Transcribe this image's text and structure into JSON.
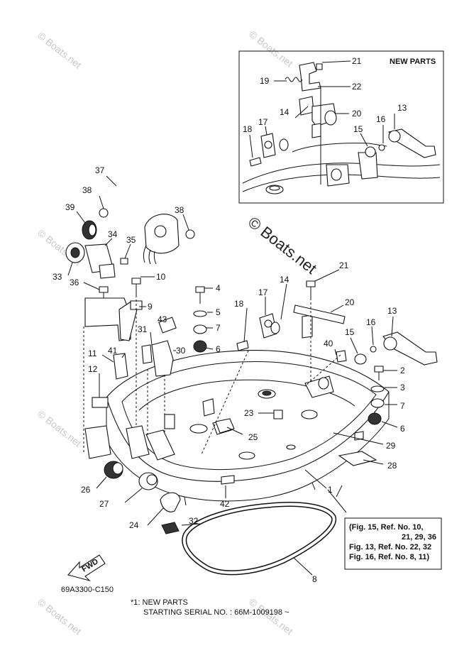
{
  "watermark": "© Boats.net",
  "new_parts_box": {
    "title": "NEW PARTS"
  },
  "callouts": [
    {
      "id": "c21a",
      "text": "21"
    },
    {
      "id": "c19",
      "text": "19"
    },
    {
      "id": "c22",
      "text": "22"
    },
    {
      "id": "c14a",
      "text": "14"
    },
    {
      "id": "c20a",
      "text": "20"
    },
    {
      "id": "c13a",
      "text": "13"
    },
    {
      "id": "c17a",
      "text": "17"
    },
    {
      "id": "c18a",
      "text": "18"
    },
    {
      "id": "c15a",
      "text": "15"
    },
    {
      "id": "c16a",
      "text": "16"
    },
    {
      "id": "c37",
      "text": "37"
    },
    {
      "id": "c38a",
      "text": "38"
    },
    {
      "id": "c39",
      "text": "39"
    },
    {
      "id": "c38b",
      "text": "38"
    },
    {
      "id": "c34",
      "text": "34"
    },
    {
      "id": "c35",
      "text": "35"
    },
    {
      "id": "c33",
      "text": "33"
    },
    {
      "id": "c10",
      "text": "10"
    },
    {
      "id": "c36",
      "text": "36"
    },
    {
      "id": "c4",
      "text": "4"
    },
    {
      "id": "c9",
      "text": "9"
    },
    {
      "id": "c5",
      "text": "5"
    },
    {
      "id": "c43",
      "text": "43"
    },
    {
      "id": "c7a",
      "text": "7"
    },
    {
      "id": "c31",
      "text": "31"
    },
    {
      "id": "c6a",
      "text": "6"
    },
    {
      "id": "c30",
      "text": "30"
    },
    {
      "id": "c11",
      "text": "11"
    },
    {
      "id": "c41",
      "text": "41"
    },
    {
      "id": "c12",
      "text": "12"
    },
    {
      "id": "c18b",
      "text": "18"
    },
    {
      "id": "c17b",
      "text": "17"
    },
    {
      "id": "c14b",
      "text": "14"
    },
    {
      "id": "c21b",
      "text": "21"
    },
    {
      "id": "c20b",
      "text": "20"
    },
    {
      "id": "c13b",
      "text": "13"
    },
    {
      "id": "c16b",
      "text": "16"
    },
    {
      "id": "c15b",
      "text": "15"
    },
    {
      "id": "c40",
      "text": "40"
    },
    {
      "id": "c2",
      "text": "2"
    },
    {
      "id": "c3",
      "text": "3"
    },
    {
      "id": "c7b",
      "text": "7"
    },
    {
      "id": "c6b",
      "text": "6"
    },
    {
      "id": "c23",
      "text": "23"
    },
    {
      "id": "c25",
      "text": "25"
    },
    {
      "id": "c29",
      "text": "29"
    },
    {
      "id": "c28",
      "text": "28"
    },
    {
      "id": "c26",
      "text": "26"
    },
    {
      "id": "c27",
      "text": "27"
    },
    {
      "id": "c42",
      "text": "42"
    },
    {
      "id": "c1",
      "text": "1"
    },
    {
      "id": "c24",
      "text": "24"
    },
    {
      "id": "c32",
      "text": "32"
    },
    {
      "id": "c8",
      "text": "8"
    }
  ],
  "reference_box": {
    "lines": [
      "(Fig. 15, Ref. No. 10,",
      "21, 29, 36",
      "Fig. 13, Ref. No. 22, 32",
      "Fig. 16, Ref. No. 8, 11)"
    ]
  },
  "fwd_label": "FWD",
  "diagram_code": "69A3300-C150",
  "footnote": {
    "line1": "*1: NEW PARTS",
    "line2": "STARTING SERIAL NO. : 66M-1009198 ~"
  }
}
